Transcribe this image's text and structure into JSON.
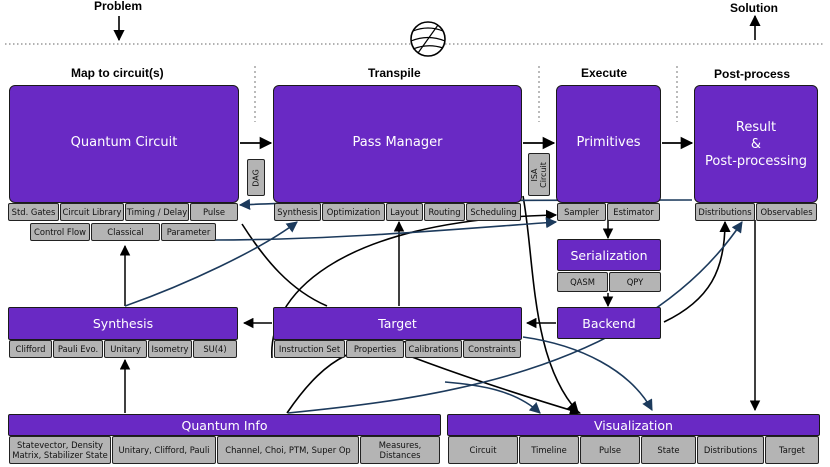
{
  "top": {
    "problem": "Problem",
    "solution": "Solution"
  },
  "stages": {
    "map": "Map to circuit(s)",
    "transpile": "Transpile",
    "execute": "Execute",
    "post": "Post-process"
  },
  "quantum_circuit": {
    "title": "Quantum Circuit",
    "chips": [
      "Std. Gates",
      "Circuit Library",
      "Timing / Delay",
      "Pulse",
      "Control Flow",
      "Classical",
      "Parameter"
    ]
  },
  "dag": "DAG",
  "pass_manager": {
    "title": "Pass Manager",
    "chips": [
      "Synthesis",
      "Optimization",
      "Layout",
      "Routing",
      "Scheduling"
    ]
  },
  "isa": "ISA Circuit",
  "primitives": {
    "title": "Primitives",
    "chips": [
      "Sampler",
      "Estimator"
    ]
  },
  "result": {
    "line1": "Result",
    "line2": "&",
    "line3": "Post-processing",
    "chips": [
      "Distributions",
      "Observables"
    ]
  },
  "serialization": {
    "title": "Serialization",
    "chips": [
      "QASM",
      "QPY"
    ]
  },
  "backend": {
    "title": "Backend"
  },
  "synthesis": {
    "title": "Synthesis",
    "chips": [
      "Clifford",
      "Pauli Evo.",
      "Unitary",
      "Isometry",
      "SU(4)"
    ]
  },
  "target": {
    "title": "Target",
    "chips": [
      "Instruction Set",
      "Properties",
      "Calibrations",
      "Constraints"
    ]
  },
  "quantum_info": {
    "title": "Quantum Info",
    "chips": [
      "Statevector, Density Matrix, Stabilizer State",
      "Unitary, Clifford, Pauli",
      "Channel, Choi, PTM, Super Op",
      "Measures, Distances"
    ]
  },
  "visualization": {
    "title": "Visualization",
    "chips": [
      "Circuit",
      "Timeline",
      "Pulse",
      "State",
      "Distributions",
      "Target"
    ]
  },
  "colors": {
    "purple": "#6929C4",
    "chip_gray": "#b4b4b4",
    "navy_arrow": "#1c3a5c"
  }
}
